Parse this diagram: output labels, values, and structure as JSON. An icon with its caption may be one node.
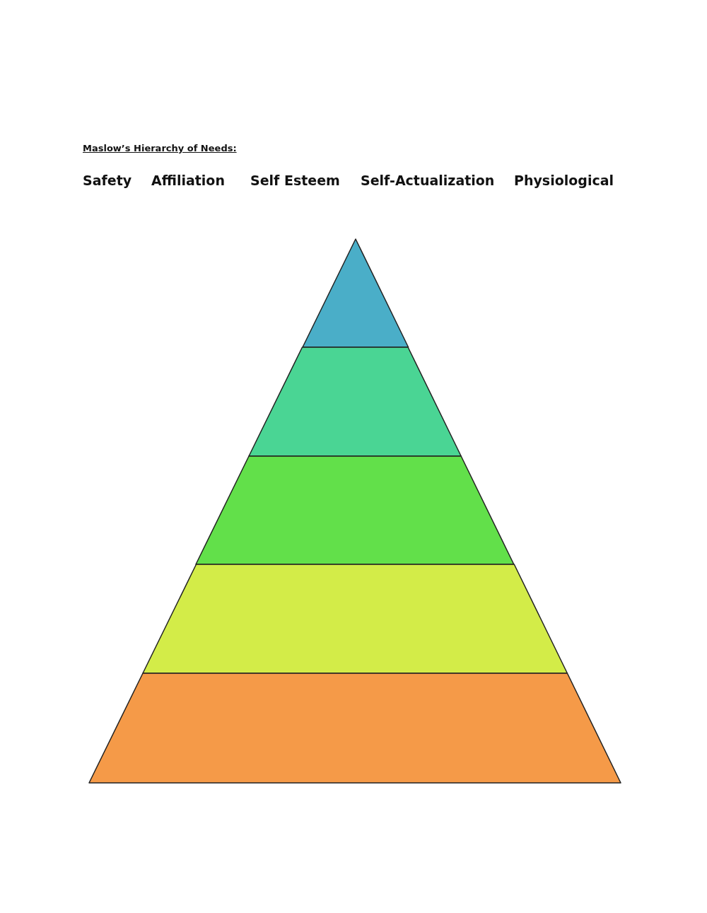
{
  "diagram": {
    "title": "Maslow’s Hierarchy of Needs:",
    "nodes": [
      {
        "text": [],
        "shape": "triangle"
      },
      {
        "text": [],
        "shape": "trapezoid"
      },
      {
        "text": [],
        "shape": "trapezoid"
      },
      {
        "text": [],
        "shape": "trapezoid"
      },
      {
        "text": [],
        "shape": "trapezoid"
      }
    ],
    "labels": [
      "Safety",
      "Affiliation",
      "Self Esteem",
      "Self-Actualization",
      "Physiological"
    ]
  }
}
